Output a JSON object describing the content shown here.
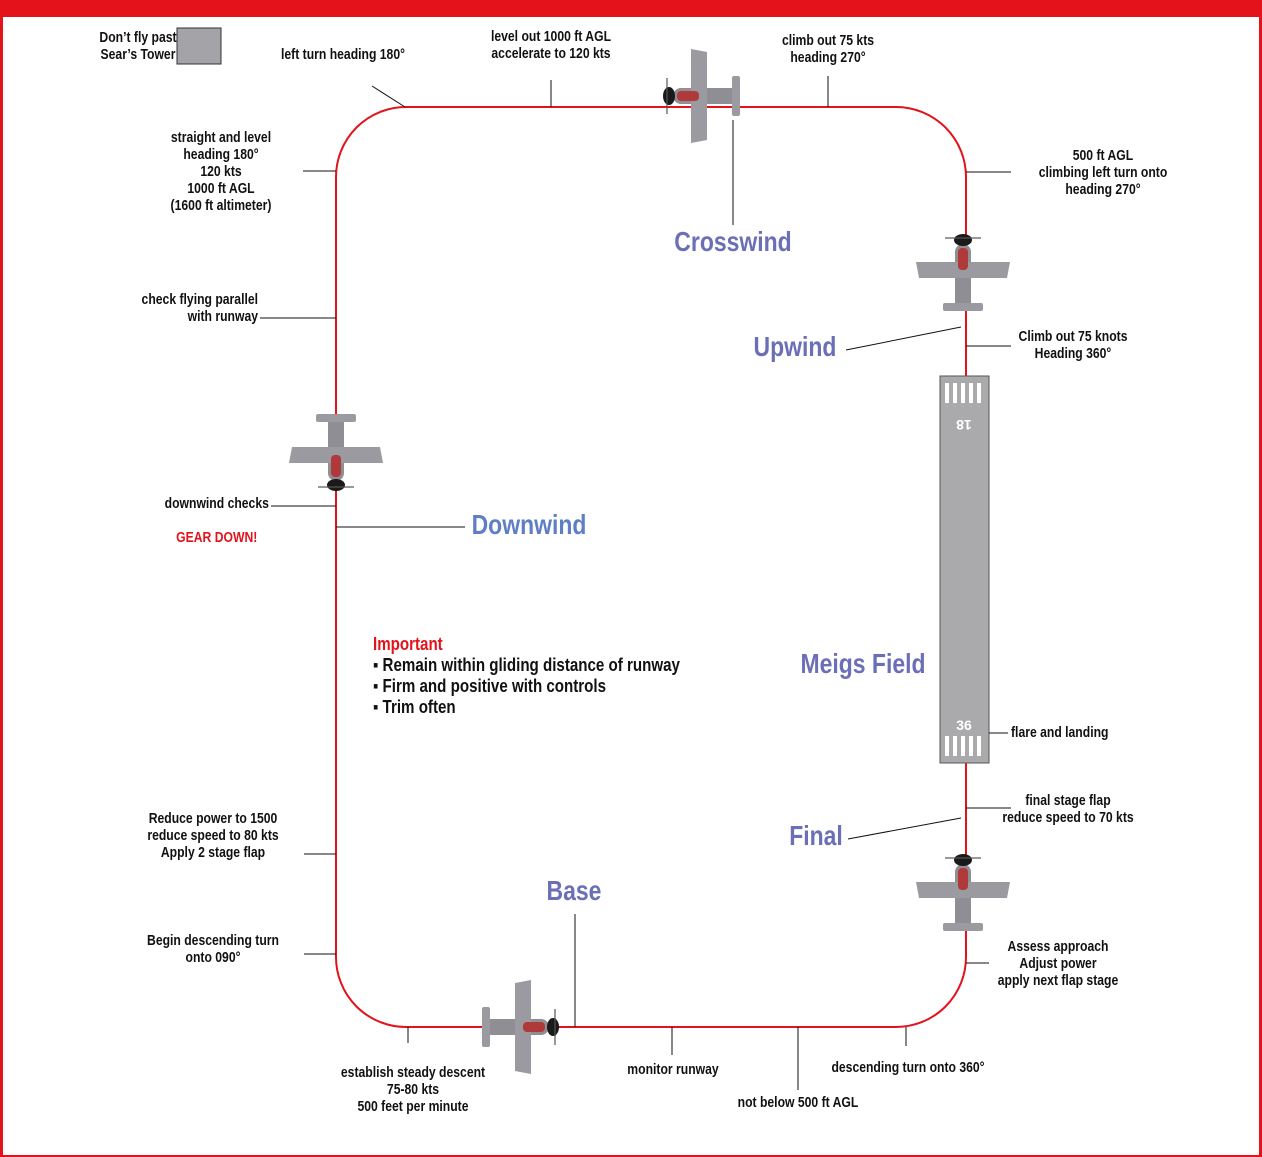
{
  "colors": {
    "accent": "#e3121b",
    "leg": "#6b6fb6",
    "leg_alt": "#5f7fc4",
    "runway": "#aaaaad",
    "plane": "#8e8e94"
  },
  "legend": {
    "text": "Don’t fly past\nSear’s Tower"
  },
  "labels": {
    "left_turn": "left turn heading 180°",
    "level_out": "level out 1000 ft AGL\naccelerate to 120 kts",
    "climb_out_270": "climb out 75 kts\nheading 270°",
    "straight_level": "straight and level\nheading 180°\n120 kts\n1000 ft AGL\n(1600 ft altimeter)",
    "climbing_left": "500 ft AGL\nclimbing left turn onto\nheading 270°",
    "check_parallel": "check flying parallel\nwith runway",
    "climb_out_360": "Climb out 75 knots\nHeading 360°",
    "downwind_checks": "downwind checks",
    "gear_down": "GEAR DOWN!",
    "flare": "flare and landing",
    "final_flap": "final stage flap\nreduce speed to 70 kts",
    "reduce_power": "Reduce power to 1500\nreduce speed to 80 kts\nApply 2 stage flap",
    "begin_desc": "Begin descending turn\nonto 090°",
    "assess": "Assess approach\nAdjust power\napply next flap stage",
    "steady_descent": "establish steady descent\n75-80 kts\n500 feet per minute",
    "monitor": "monitor runway",
    "not_below": "not below 500 ft AGL",
    "desc_turn_360": "descending turn onto 360°"
  },
  "legs": {
    "crosswind": "Crosswind",
    "upwind": "Upwind",
    "downwind": "Downwind",
    "base": "Base",
    "final": "Final",
    "meigs": "Meigs Field"
  },
  "runway": {
    "top_number": "18",
    "bottom_number": "36"
  },
  "important": {
    "title": "Important",
    "items": [
      "▪ Remain within gliding distance of runway",
      "▪ Firm and positive with controls",
      "▪ Trim often"
    ]
  },
  "icons": {
    "plane": "airplane-icon"
  }
}
